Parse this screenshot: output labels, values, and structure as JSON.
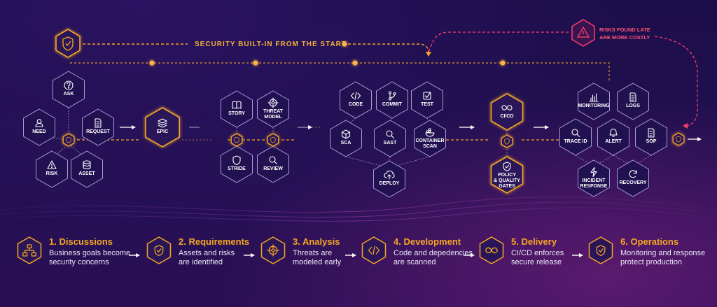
{
  "banner": "SECURITY BUILT-IN FROM THE START",
  "risk_note": [
    "RISKS FOUND LATE",
    "ARE MORE COSTLY"
  ],
  "colors": {
    "orange": "#f5a623",
    "pink": "#ff3d6b",
    "hexStroke": "#a99ad8",
    "bgDeep": "#1c0e4a"
  },
  "clusters": {
    "discussions": [
      {
        "label": "ASK",
        "icon": "question-icon"
      },
      {
        "label": "NEED",
        "icon": "user-icon"
      },
      {
        "label": "REQUEST",
        "icon": "document-icon"
      },
      {
        "label": "RISK",
        "icon": "warning-icon"
      },
      {
        "label": "ASSET",
        "icon": "database-icon"
      }
    ],
    "requirements": [
      {
        "label": "EPIC",
        "icon": "layers-icon"
      }
    ],
    "analysis": [
      {
        "label": "STORY",
        "icon": "book-icon"
      },
      {
        "label": [
          "THREAT",
          "MODEL"
        ],
        "icon": "crosshair-icon"
      },
      {
        "label": "STRIDE",
        "icon": "shield-icon"
      },
      {
        "label": "REVIEW",
        "icon": "search-icon"
      }
    ],
    "development": [
      {
        "label": "CODE",
        "icon": "code-icon"
      },
      {
        "label": "COMMIT",
        "icon": "branch-icon"
      },
      {
        "label": "TEST",
        "icon": "checkbox-icon"
      },
      {
        "label": "SCA",
        "icon": "cube-icon"
      },
      {
        "label": "SAST",
        "icon": "search-icon"
      },
      {
        "label": [
          "CONTAINER",
          "SCAN"
        ],
        "icon": "container-icon"
      },
      {
        "label": "DEPLOY",
        "icon": "cloud-upload-icon"
      }
    ],
    "delivery": [
      {
        "label": "CI/CD",
        "icon": "infinity-icon"
      },
      {
        "label": [
          "POLICY",
          "& QUALITY",
          "GATES"
        ],
        "icon": "shield-check-icon"
      }
    ],
    "operations": [
      {
        "label": "MONITORING",
        "icon": "bar-chart-icon"
      },
      {
        "label": "LOGS",
        "icon": "document-icon"
      },
      {
        "label": "TRACE ID",
        "icon": "search-icon"
      },
      {
        "label": "ALERT",
        "icon": "bell-icon"
      },
      {
        "label": "SOP",
        "icon": "document-icon"
      },
      {
        "label": [
          "INCIDENT",
          "RESPONSE"
        ],
        "icon": "bolt-icon"
      },
      {
        "label": "RECOVERY",
        "icon": "refresh-icon"
      }
    ]
  },
  "steps": [
    {
      "title": "1. Discussions",
      "desc": [
        "Business goals become",
        "security concerns"
      ],
      "icon": "network-icon"
    },
    {
      "title": "2. Requirements",
      "desc": [
        "Assets and risks",
        "are identified"
      ],
      "icon": "shield-check-icon"
    },
    {
      "title": "3. Analysis",
      "desc": [
        "Threats are",
        "modeled early"
      ],
      "icon": "crosshair-icon"
    },
    {
      "title": "4. Development",
      "desc": [
        "Code and depedencies",
        "are scanned"
      ],
      "icon": "code-icon"
    },
    {
      "title": "5. Delivery",
      "desc": [
        "CI/CD enforces",
        "secure release"
      ],
      "icon": "infinity-icon"
    },
    {
      "title": "6. Operations",
      "desc": [
        "Monitoring and response",
        "protect production"
      ],
      "icon": "shield-check-icon"
    }
  ]
}
